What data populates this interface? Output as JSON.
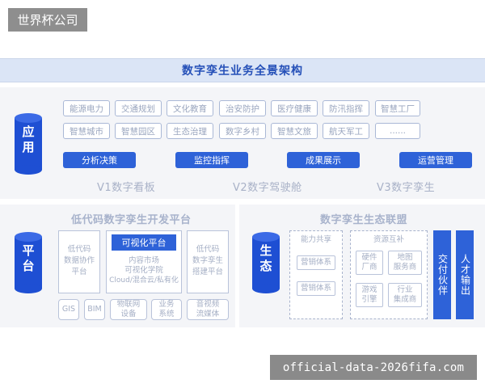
{
  "watermark": {
    "brand": "世界杯公司",
    "url": "official-data-2026fifa.com"
  },
  "title": "数字孪生业务全景架构",
  "application": {
    "label": "应\n用",
    "tags_row1": [
      "能源电力",
      "交通规划",
      "文化教育",
      "治安防护",
      "医疗健康",
      "防汛指挥",
      "智慧工厂"
    ],
    "tags_row2": [
      "智慧城市",
      "智慧园区",
      "生态治理",
      "数字乡村",
      "智慧文旅",
      "航天军工",
      "......"
    ],
    "buttons": [
      "分析决策",
      "监控指挥",
      "成果展示",
      "运营管理"
    ],
    "versions": [
      "V1数字看板",
      "V2数字驾驶舱",
      "V3数字孪生"
    ]
  },
  "platform": {
    "label": "平\n台",
    "title": "低代码数字孪生开发平台",
    "left_box": "低代码\n数据协作\n平台",
    "mid_title": "可视化平台",
    "mid_text": [
      "内容市场",
      "可视化学院",
      "Cloud/混合云/私有化"
    ],
    "right_box": "低代码\n数字孪生\n搭建平台",
    "bottom": [
      "GIS",
      "BIM",
      "物联网\n设备",
      "业务\n系统",
      "音视频\n流媒体"
    ]
  },
  "ecology": {
    "label": "生\n态",
    "title": "数字孪生生态联盟",
    "group1_title": "能力共享",
    "group1_items": [
      "营销体系",
      "营销体系"
    ],
    "group2_title": "资源互补",
    "group2_items": [
      "硬件\n厂商",
      "地图\n服务商",
      "游戏\n引擎",
      "行业\n集成商"
    ],
    "bars": [
      "交付伙伴",
      "人才输出"
    ]
  }
}
